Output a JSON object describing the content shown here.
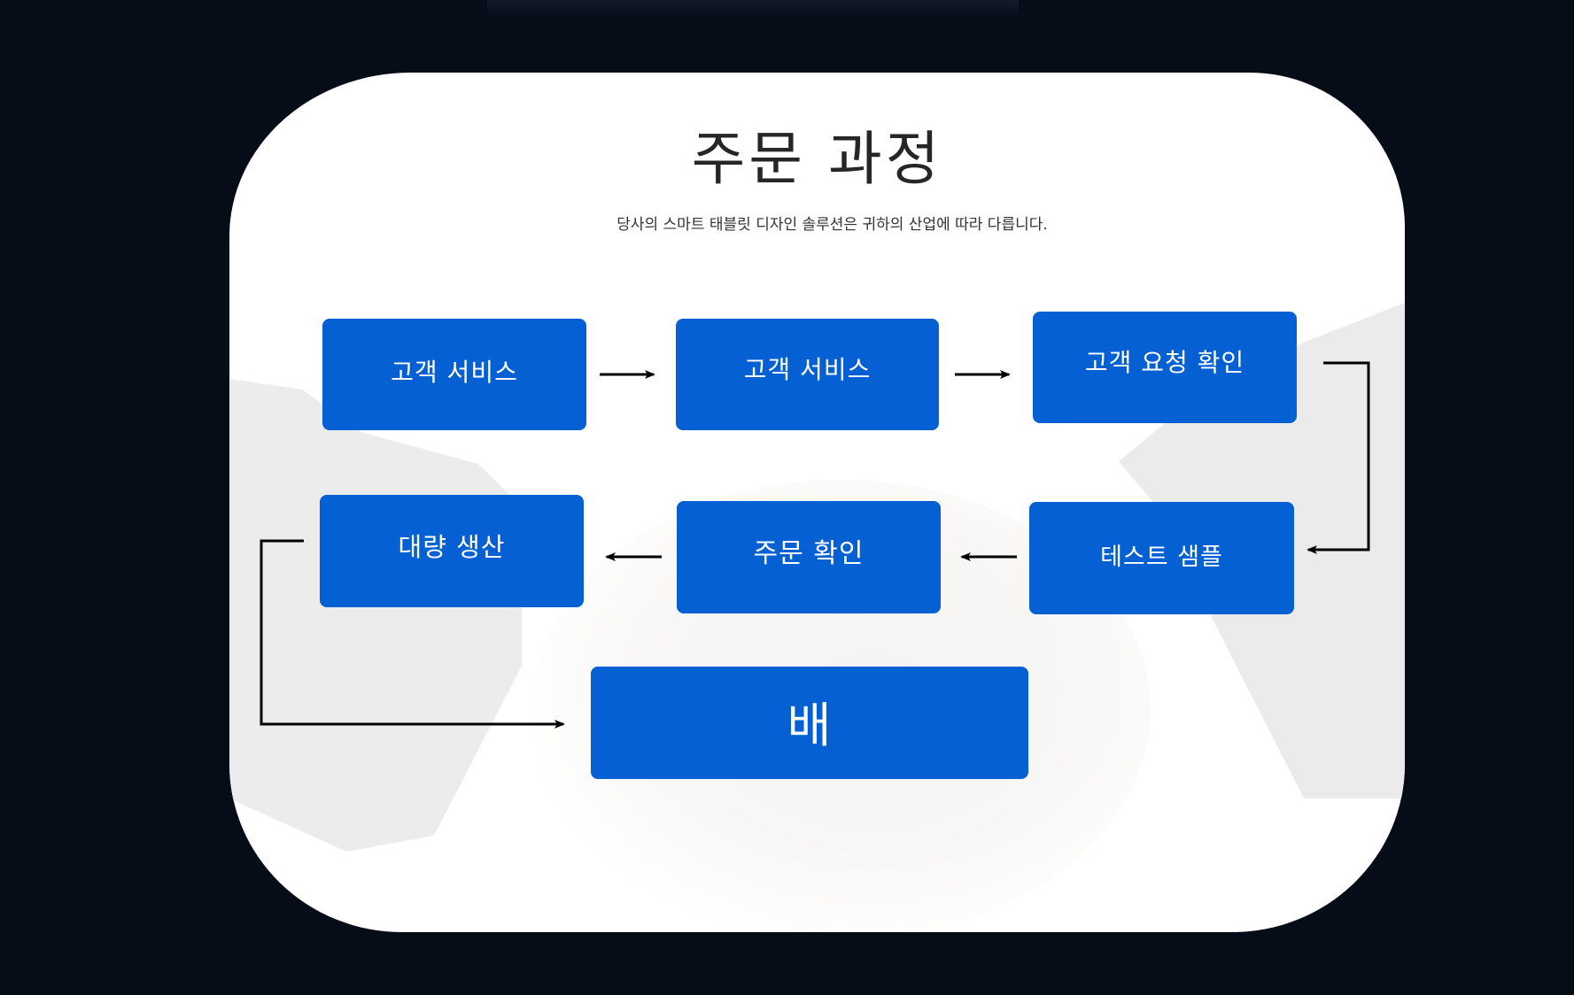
{
  "diagram": {
    "title": "주문 과정",
    "subtitle": "당사의 스마트 태블릿 디자인 솔루션은 귀하의 산업에 따라 다릅니다.",
    "accent_color": "#0560d3",
    "background_color": "#060c18",
    "steps": [
      {
        "id": "step-1",
        "label": "고객 서비스"
      },
      {
        "id": "step-2",
        "label": "고객 서비스"
      },
      {
        "id": "step-3",
        "label": "고객 요청 확인"
      },
      {
        "id": "step-4",
        "label": "테스트 샘플"
      },
      {
        "id": "step-5",
        "label": "주문 확인"
      },
      {
        "id": "step-6",
        "label": "대량 생산"
      },
      {
        "id": "step-7",
        "label": "배"
      }
    ],
    "flow": [
      {
        "from": "step-1",
        "to": "step-2"
      },
      {
        "from": "step-2",
        "to": "step-3"
      },
      {
        "from": "step-3",
        "to": "step-4"
      },
      {
        "from": "step-4",
        "to": "step-5"
      },
      {
        "from": "step-5",
        "to": "step-6"
      },
      {
        "from": "step-6",
        "to": "step-7"
      }
    ]
  }
}
